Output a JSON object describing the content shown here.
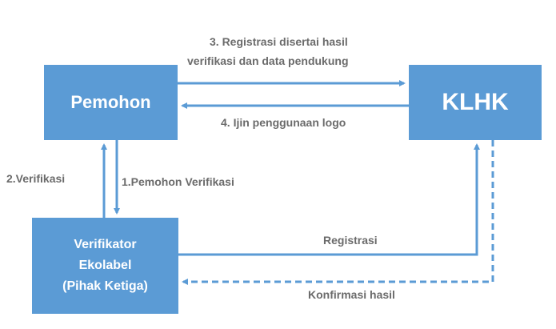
{
  "nodes": {
    "pemohon": "Pemohon",
    "klhk": "KLHK",
    "verifikator": [
      "Verifikator",
      "Ekolabel",
      "(Pihak Ketiga)"
    ]
  },
  "edges": {
    "step3_line1": "3. Registrasi disertai hasil",
    "step3_line2": "verifikasi dan data pendukung",
    "step4": "4. Ijin penggunaan logo",
    "step2": "2.Verifikasi",
    "step1": "1.Pemohon Verifikasi",
    "registrasi": "Registrasi",
    "konfirmasi": "Konfirmasi hasil"
  },
  "colors": {
    "box_fill": "#5b9bd5",
    "arrow": "#5b9bd5",
    "label_text": "#6b6b6b"
  }
}
